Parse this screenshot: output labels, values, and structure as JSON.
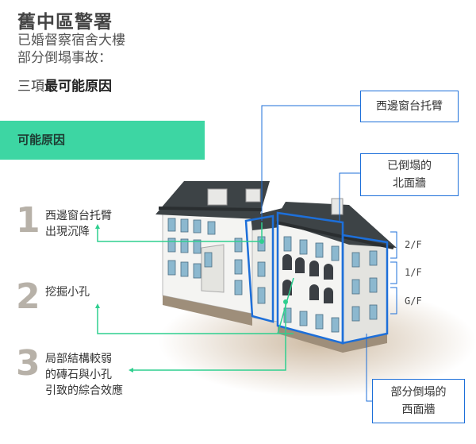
{
  "title": "舊中區警署",
  "subtitle_line1": "已婚督察宿舍大樓",
  "subtitle_line2": "部分倒塌事故：",
  "heading_prefix": "三項",
  "heading_bold": "最可能原因",
  "banner": "可能原因",
  "causes": [
    {
      "num": "1",
      "line1": "西邊窗台托臂",
      "line2": "出現沉降"
    },
    {
      "num": "2",
      "line1": "挖掘小孔"
    },
    {
      "num": "3",
      "line1": "局部結構較弱",
      "line2": "的磚石與小孔",
      "line3": "引致的綜合效應"
    }
  ],
  "labels": {
    "west_bracket": "西邊窗台托臂",
    "north_wall_l1": "已倒塌的",
    "north_wall_l2": "北面牆",
    "west_wall_l1": "部分倒塌的",
    "west_wall_l2": "西面牆"
  },
  "floors": [
    "2/F",
    "1/F",
    "G/F"
  ],
  "colors": {
    "accent": "#3dd6a3",
    "outline": "#1d6fd9",
    "pointer": "#2fcf8f"
  }
}
